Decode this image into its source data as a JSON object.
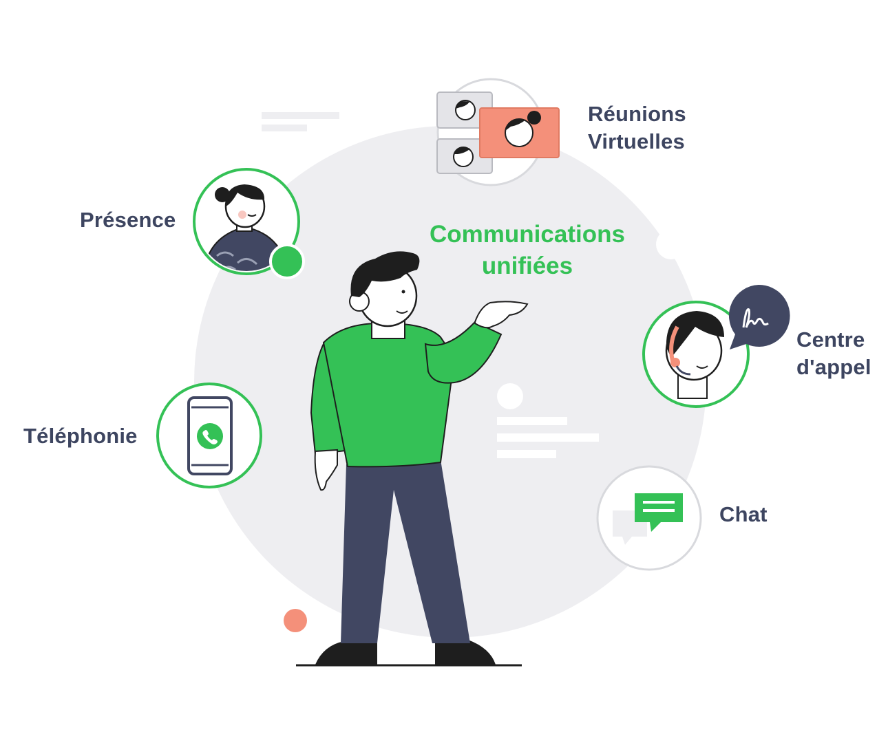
{
  "center_title": {
    "line1": "Communications",
    "line2": "unifiées"
  },
  "features": {
    "presence": {
      "label": "Présence"
    },
    "telephony": {
      "label": "Téléphonie"
    },
    "meetings": {
      "line1": "Réunions",
      "line2": "Virtuelles"
    },
    "call_center": {
      "line1": "Centre",
      "line2": "d'appel"
    },
    "chat": {
      "label": "Chat"
    }
  },
  "colors": {
    "accent_green": "#34c156",
    "label_text": "#3d4560",
    "pants": "#414762",
    "coral": "#f4907a",
    "backdrop": "#eeeef1"
  },
  "icons": {
    "presence": "avatar-icon",
    "telephony": "phone-icon",
    "meetings": "video-meeting-icon",
    "call_center": "headset-agent-icon",
    "chat": "chat-bubble-icon"
  }
}
